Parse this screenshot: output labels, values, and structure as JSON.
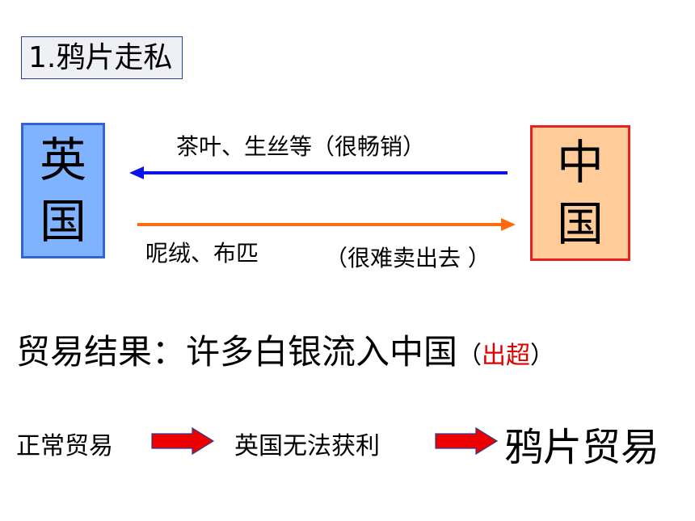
{
  "title": "1.鸦片走私",
  "britain": {
    "line1": "英",
    "line2": "国"
  },
  "china": {
    "line1": "中",
    "line2": "国"
  },
  "to_britain_label": "茶叶、生丝等（很畅销）",
  "to_china_label": "呢绒、布匹",
  "to_china_note": "（很难卖出去 ）",
  "result": {
    "text": "贸易结果：许多白银流入中国",
    "paren_open": "（",
    "highlight": "出超",
    "paren_close": "）"
  },
  "flow": {
    "step1": "正常贸易",
    "step2": "英国无法获利",
    "step3": "鸦片贸易"
  },
  "colors": {
    "blue_arrow": "#0a14e6",
    "orange_arrow": "#ff6a10",
    "red_arrow": "#ee0000",
    "highlight": "#e00000"
  }
}
